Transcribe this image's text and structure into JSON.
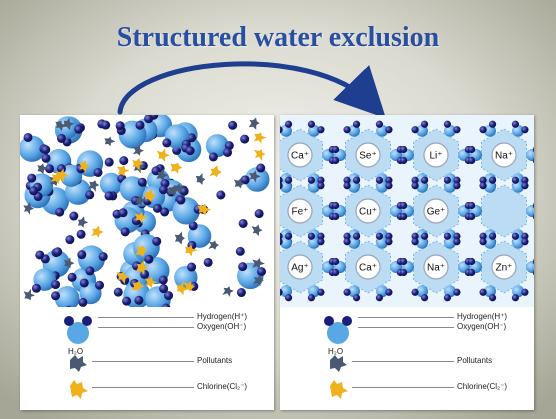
{
  "slide": {
    "title": "Structured water exclusion",
    "title_color": "#2a4ea0",
    "background": "#bfbfb1"
  },
  "left_panel": {
    "legend": {
      "hydrogen": "Hydrogen(H⁺)",
      "oxygen": "Oxygen(OH⁻)",
      "water": "H₂O",
      "pollutants": "Pollutants",
      "chlorine": "Chlorine(Cl₂⁻)"
    }
  },
  "right_panel": {
    "ions": [
      "Ca⁺",
      "Se⁺",
      "Li⁺",
      "Na⁺",
      "Fe⁺",
      "Cu⁺",
      "Ge⁺",
      "Ag⁺",
      "Ca⁺",
      "Na⁺",
      "Zn⁺"
    ],
    "legend": {
      "hydrogen": "Hydrogen(H⁺)",
      "oxygen": "Oxygen(OH⁻)",
      "water": "H₂O",
      "pollutants": "Pollutants",
      "chlorine": "Chlorine(Cl₂⁻)"
    }
  },
  "colors": {
    "oxygen": "#5aa7e6",
    "hydrogen": "#1c1f7a",
    "pollutant": "#4a5a74",
    "chlorine": "#f0b21c",
    "arrow": "#1e3f8f"
  }
}
